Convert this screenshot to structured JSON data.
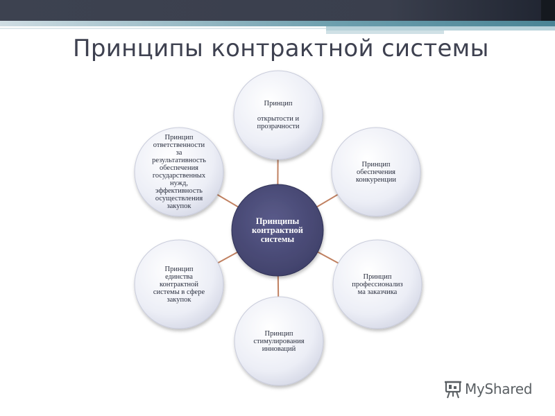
{
  "slide": {
    "title": "Принципы контрактной системы"
  },
  "diagram": {
    "center": {
      "label": "Принципы\nконтрактной\nсистемы"
    },
    "nodes": [
      {
        "id": "top",
        "label": "Принцип\n\nоткрытости и\nпрозрачности"
      },
      {
        "id": "upper-right",
        "label": "Принцип\nобеспечения\nконкуренции"
      },
      {
        "id": "lower-right",
        "label": "Принцип\nпрофессионализ\nма заказчика"
      },
      {
        "id": "bottom",
        "label": "Принцип\nстимулирования\nинноваций"
      },
      {
        "id": "lower-left",
        "label": "Принцип\nединства\nконтрактной\nсистемы в сфере\nзакупок"
      },
      {
        "id": "upper-left",
        "label": "Принцип\nответственности\nза\nрезультативность\nобеспечения\nгосударственных\nнужд,\nэффективность\nосуществления\nзакупок"
      }
    ],
    "colors": {
      "center_fill": "#4b4c7a",
      "node_fill": "#e6e8f2",
      "connector": "#c08060"
    }
  },
  "branding": {
    "logo_text": "MyShared",
    "logo_icon": "presentation-board-icon"
  }
}
